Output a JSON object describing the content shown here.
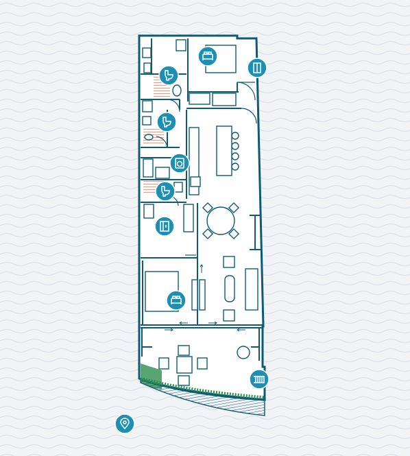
{
  "colors": {
    "background": "#f1f3f5",
    "wave": "#dde2e7",
    "wall": "#0d5a76",
    "marker": "#1d8fb3",
    "marker_icon": "#ffffff",
    "floor_hatch": "#c77763",
    "planting": "#2f8f4f",
    "outline": "#0d5a76"
  },
  "markers": [
    {
      "name": "bed-icon-master",
      "icon": "bed",
      "label": ""
    },
    {
      "name": "wardrobe-icon",
      "icon": "wardrobe",
      "label": ""
    },
    {
      "name": "toilet-icon-ensuite",
      "icon": "toilet",
      "label": ""
    },
    {
      "name": "toilet-icon-bathroom",
      "icon": "toilet",
      "label": ""
    },
    {
      "name": "laundry-icon",
      "icon": "washer",
      "label": ""
    },
    {
      "name": "toilet-icon-powder",
      "icon": "toilet",
      "label": ""
    },
    {
      "name": "study-icon",
      "icon": "study",
      "label": ""
    },
    {
      "name": "bed-icon-second",
      "icon": "bed",
      "label": ""
    },
    {
      "name": "balcony-icon",
      "icon": "balcony",
      "label": ""
    },
    {
      "name": "location-pin-icon",
      "icon": "location-pin",
      "label": ""
    }
  ]
}
